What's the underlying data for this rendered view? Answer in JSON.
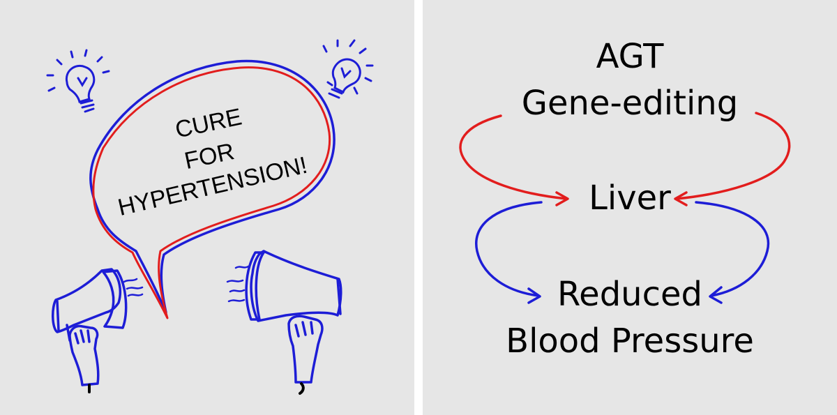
{
  "left_panel": {
    "slogan_lines": [
      "CURE",
      "FOR",
      "HYPERTENSION!"
    ]
  },
  "right_panel": {
    "title_line1": "AGT",
    "title_line2": "Gene-editing",
    "middle_label": "Liver",
    "result_line1": "Reduced",
    "result_line2": "Blood Pressure"
  },
  "colors": {
    "panel_bg": "#e6e6e6",
    "divider": "#ffffff",
    "red": "#e21d1d",
    "blue": "#1d1dd6",
    "text": "#000000"
  },
  "icons": [
    "lightbulb-icon",
    "megaphone-icon",
    "hand-icon"
  ]
}
